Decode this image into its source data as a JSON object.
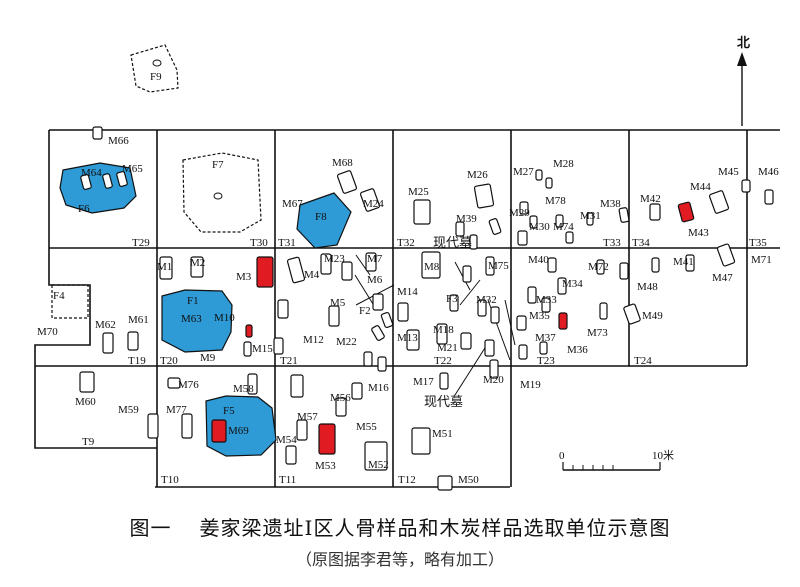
{
  "figure": {
    "number": "图一",
    "title": "姜家梁遗址Ⅰ区人骨样品和木炭样品选取单位示意图",
    "source_note": "（原图据李君等，略有加工）"
  },
  "compass": {
    "label": "北"
  },
  "scale_bar": {
    "start": "0",
    "end": "10米"
  },
  "modern_grave_label": "现代墓",
  "legend_colors": {
    "wood_charcoal_sample": "#e11b22",
    "human_bone_sample": "#2e9ad6"
  },
  "trenches": [
    "T29",
    "T30",
    "T31",
    "T32",
    "T33",
    "T34",
    "T35",
    "T19",
    "T20",
    "T21",
    "T22",
    "T23",
    "T24",
    "T9",
    "T10",
    "T11",
    "T12"
  ],
  "features": [
    "F1",
    "F2",
    "F3",
    "F4",
    "F5",
    "F6",
    "F7",
    "F8",
    "F9"
  ],
  "graves": [
    "M1",
    "M2",
    "M3",
    "M4",
    "M5",
    "M6",
    "M7",
    "M8",
    "M9",
    "M10",
    "M12",
    "M13",
    "M14",
    "M15",
    "M16",
    "M17",
    "M18",
    "M19",
    "M20",
    "M21",
    "M22",
    "M23",
    "M24",
    "M25",
    "M26",
    "M27",
    "M28",
    "M29",
    "M30",
    "M31",
    "M32",
    "M33",
    "M34",
    "M35",
    "M36",
    "M37",
    "M38",
    "M39",
    "M40",
    "M41",
    "M42",
    "M43",
    "M44",
    "M45",
    "M46",
    "M47",
    "M48",
    "M49",
    "M50",
    "M51",
    "M52",
    "M53",
    "M54",
    "M55",
    "M56",
    "M57",
    "M58",
    "M59",
    "M60",
    "M61",
    "M62",
    "M63",
    "M64",
    "M65",
    "M66",
    "M67",
    "M68",
    "M69",
    "M70",
    "M71",
    "M72",
    "M73",
    "M74",
    "M75",
    "M76",
    "M77",
    "M78"
  ]
}
